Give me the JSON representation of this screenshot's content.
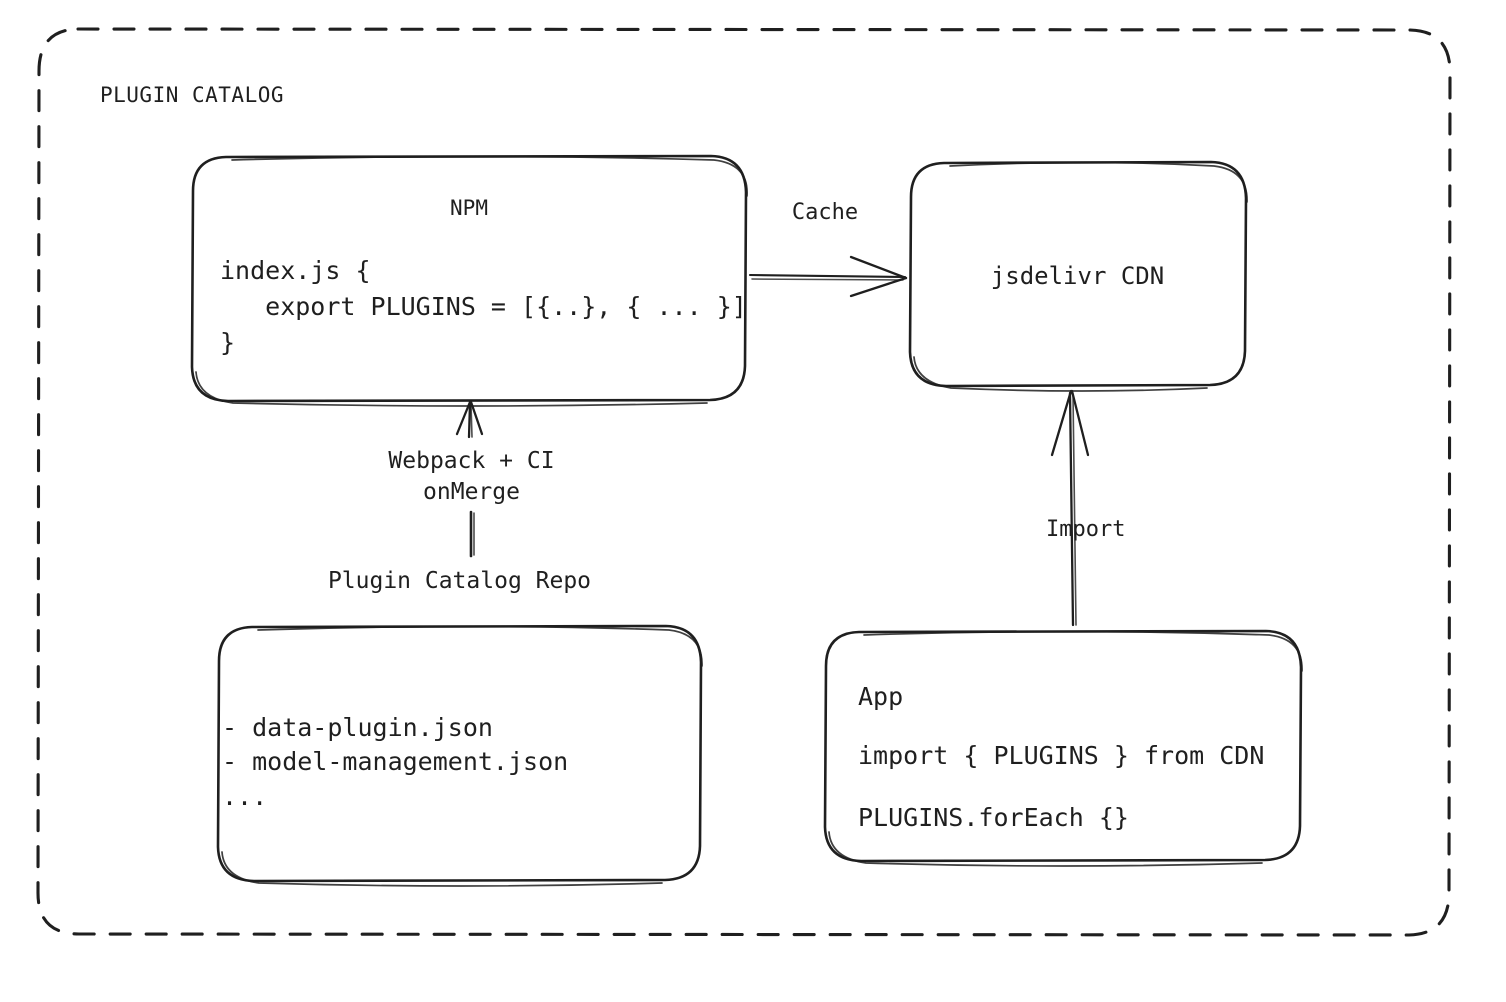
{
  "diagram": {
    "group": {
      "title": "PLUGIN CATALOG"
    },
    "nodes": {
      "npm": {
        "title": "NPM",
        "code_line_1": "index.js {",
        "code_line_2": "   export PLUGINS = [{..}, { ... }]",
        "code_line_3": "}"
      },
      "cdn": {
        "title": "jsdelivr CDN"
      },
      "repo": {
        "caption": "Plugin Catalog Repo",
        "item_1": "- data-plugin.json",
        "item_2": "- model-management.json",
        "item_3": "..."
      },
      "app": {
        "title": "App",
        "code_line_1": "import { PLUGINS } from CDN",
        "code_line_2": "PLUGINS.forEach {}"
      }
    },
    "edges": {
      "cache": "Cache",
      "build_line_1": "Webpack + CI",
      "build_line_2": "onMerge",
      "import": "Import"
    },
    "colors": {
      "stroke": "#1f1f1f",
      "background": "#ffffff"
    }
  }
}
